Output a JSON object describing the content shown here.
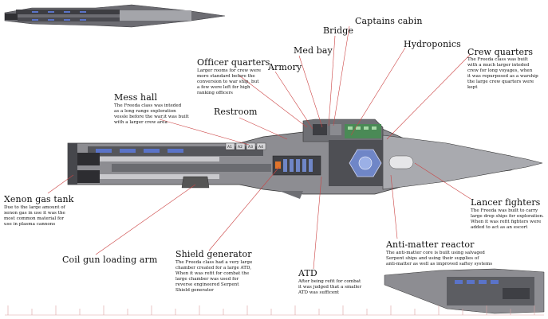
{
  "labels": {
    "captains_cabin": "Captains cabin",
    "bridge": "Bridge",
    "hydroponics": "Hydroponics",
    "med_bay": "Med bay",
    "armory": "Armory",
    "officer_quarters": "Officer quarters",
    "crew_quarters": "Crew quarters",
    "mess_hall": "Mess hall",
    "restroom": "Restroom",
    "xenon_gas_tank": "Xenon gas tank",
    "coil_gun_loading_arm": "Coil gun loading arm",
    "shield_generator": "Shield generator",
    "atd": "ATD",
    "anti_matter_reactor": "Anti-matter reactor",
    "lancer_fighters": "Lancer fighters"
  },
  "descriptions": {
    "officer_quarters": [
      "Larger rooms for crew were",
      "more standard before the",
      "conversion to war ship, but",
      "a few were left for high",
      "ranking officers"
    ],
    "crew_quarters": [
      "The Freeda class was built",
      "with a much larger inteded",
      "crew for long voyages, when",
      "it was repurposed as a warship",
      "the large crew quarters were",
      "kept"
    ],
    "mess_hall": [
      "The Freeda class was inteded",
      "as a long range exploration",
      "vessle before the war,it was built",
      " with a larger crew area"
    ],
    "xenon_gas_tank": [
      "Due to the large amount of",
      "xenon gas in use it was the",
      "most common material for",
      "use in plasma cannons"
    ],
    "shield_generator": [
      "The Freeda class had a very large",
      "chamber created for a large ATD,",
      "When it was refit for combat the",
      "large chamber was used for",
      "reverse engineered Serpent",
      "Shield generator"
    ],
    "atd": [
      "After being refit for combat",
      "it was judged that a smaller",
      "ATD was sufficent"
    ],
    "anti_matter_reactor": [
      "The anti-matter core is built using salvaged",
      "Serpent ships and using their supplies of",
      "anti-matter as well as improved saftey systems"
    ],
    "lancer_fighters": [
      "The Freeda was built to carry",
      "large drop ships for exploration.",
      "When it was refit fighters were",
      "added to act as an escort"
    ]
  },
  "hull_panel_codes": [
    "A1",
    "A2",
    "A3",
    "A4"
  ],
  "colors": {
    "hull_dark": "#5d5d62",
    "hull_mid": "#8d8d92",
    "hull_light": "#bfc0c4",
    "accent_blue": "#5a73c8",
    "accent_orange": "#e0742a",
    "leader_line": "#cc4444",
    "ruler": "#d9a0a0"
  }
}
